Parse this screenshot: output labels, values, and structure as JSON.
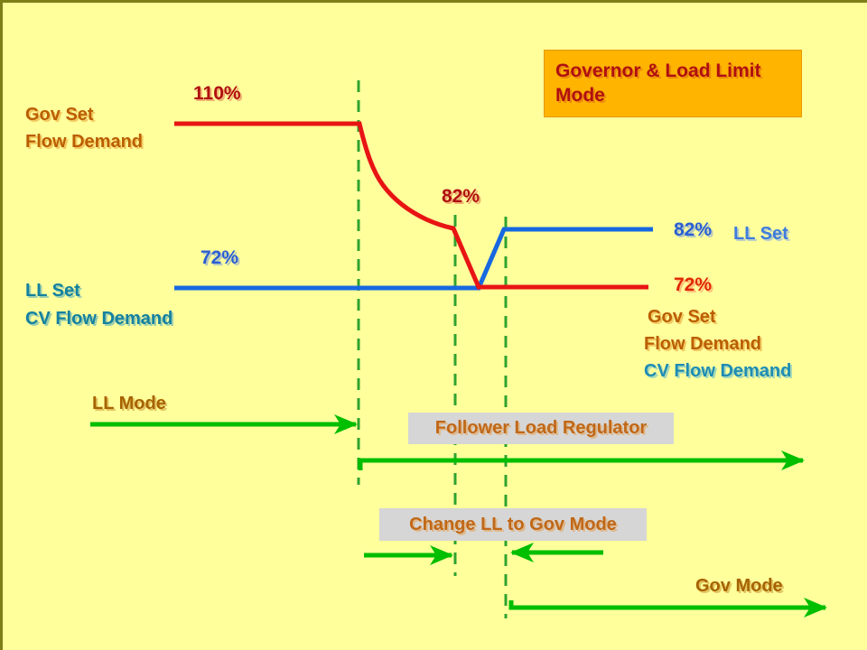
{
  "title_box": {
    "text": "Governor & Load Limit Mode"
  },
  "curve_labels": {
    "pct_110": "110%",
    "pct_82_mid": "82%",
    "pct_72_left": "72%",
    "pct_82_right": "82%",
    "pct_72_right": "72%"
  },
  "line_labels": {
    "gov_set_left": [
      "Gov Set",
      "Flow Demand"
    ],
    "ll_set_left": [
      "LL Set",
      "CV Flow Demand"
    ],
    "ll_set_right": "LL Set",
    "gov_set_right": [
      "Gov Set",
      "Flow Demand",
      "CV Flow Demand"
    ]
  },
  "mode_labels": {
    "ll_mode": "LL Mode",
    "gov_mode": "Gov Mode"
  },
  "callouts": {
    "follower": "Follower Load Regulator",
    "change": "Change LL to Gov Mode"
  },
  "colors": {
    "background": "#FFFF9C",
    "slide_border": "#7F7F19",
    "title_bg": "#FFB400",
    "title_text": "#B01010",
    "red_line": "#E81414",
    "blue_line": "#1768E0",
    "green_arrow": "#00BE00",
    "green_dashed": "#2FA32F",
    "callout_bg": "#D6D6D6",
    "callout_text": "#C06818",
    "orange_text": "#BA5E00",
    "teal_text": "#15819E",
    "blue_text": "#2B5FD3",
    "red_text": "#E02800",
    "brown_text": "#A66300",
    "dark_red_text": "#B01010"
  }
}
